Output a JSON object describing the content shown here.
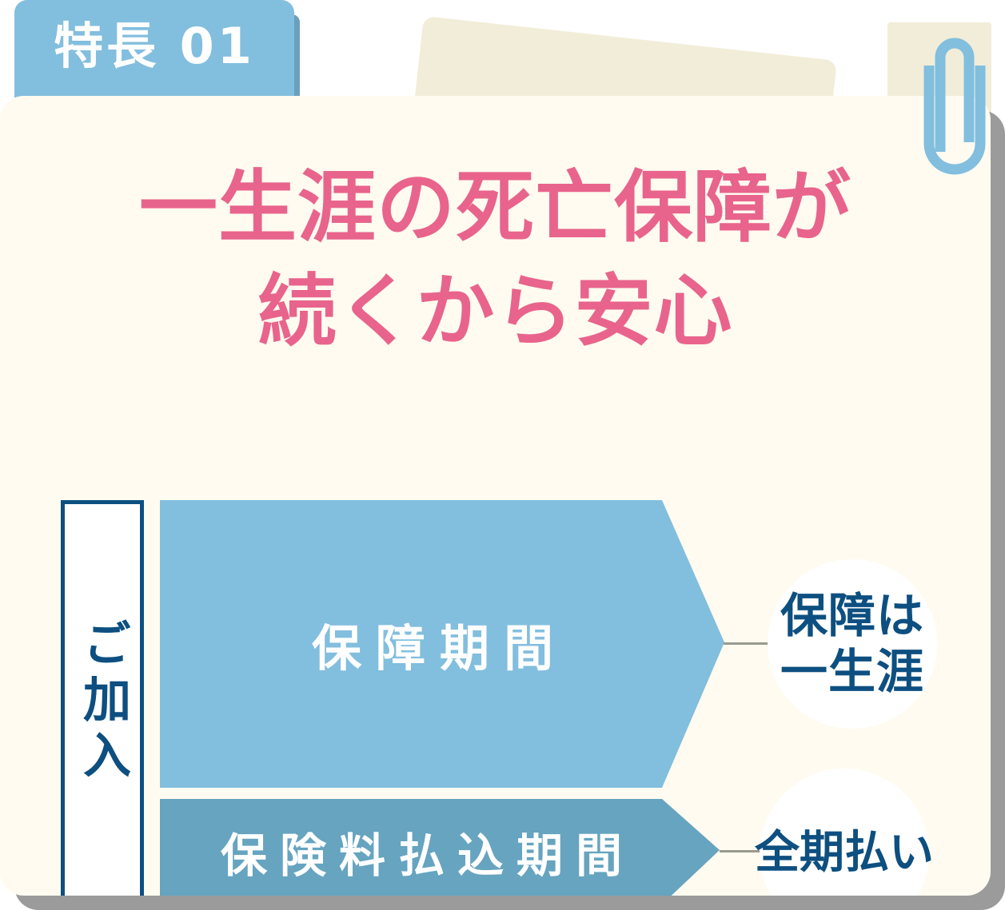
{
  "badge": {
    "label": "特長 01"
  },
  "headline": {
    "line1": "一生涯の死亡保障が",
    "line2": "続くから安心"
  },
  "diagram": {
    "join_label": "ご加入",
    "bars": [
      {
        "label": "保障期間",
        "callout_line1": "保障は",
        "callout_line2": "一生涯"
      },
      {
        "label": "保険料払込期間",
        "callout_line1": "全期払い",
        "callout_line2": ""
      }
    ]
  },
  "icons": {
    "paperclip": "paperclip-icon"
  },
  "colors": {
    "accent_pink": "#E8648C",
    "navy": "#0D4F80",
    "light_blue": "#82BEDE",
    "mid_blue": "#66A4C0",
    "card_cream": "#FFFBF0",
    "paper_cream": "#F2EDD8",
    "shadow_gray": "#9B9B9B"
  }
}
